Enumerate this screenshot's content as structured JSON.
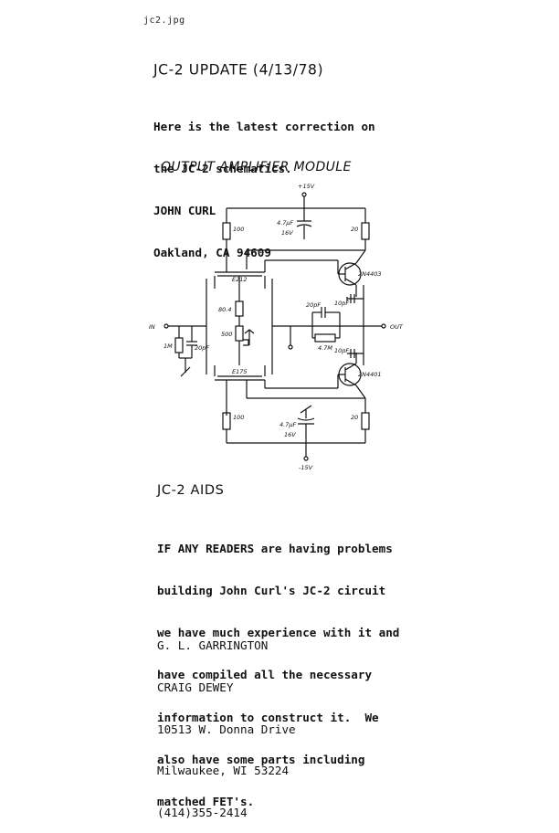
{
  "file_label": "jc2.jpg",
  "update": {
    "title": "JC-2 UPDATE (4/13/78)",
    "lines": [
      "Here is the latest correction on",
      "the JC-2 schematics.",
      "JOHN CURL",
      "Oakland, CA 94609"
    ]
  },
  "schematic": {
    "title": "OUTPUT AMPLIFIER MODULE",
    "labels": {
      "plus_rail": "+15V",
      "minus_rail": "-15V",
      "cap_top_value": "4.7µF",
      "cap_top_voltage": "16V",
      "cap_bottom_value": "4.7µF",
      "cap_bottom_voltage": "16V",
      "r_top_left": "100",
      "r_top_right": "20",
      "r_bottom_left": "100",
      "r_bottom_right": "20",
      "fet_top": "E212",
      "fet_bottom": "E175",
      "r_mid": "80.4",
      "pot": "500",
      "c_feedback": "20pF",
      "r_feedback": "4.7M",
      "c_top_comp": "10pF",
      "c_bottom_comp": "10pF",
      "q_top": "2N4403",
      "q_bottom": "2N4401",
      "input": "IN",
      "output": "OUT",
      "r_input": "1M",
      "c_input": "20pF"
    }
  },
  "aids": {
    "title": "JC-2 AIDS",
    "body": [
      "IF ANY READERS are having problems",
      "building John Curl's JC-2 circuit",
      "we have much experience with it and",
      "have compiled all the necessary",
      "information to construct it.  We",
      "also have some parts including",
      "matched FET's."
    ],
    "address": [
      "G. L. GARRINGTON",
      "CRAIG DEWEY",
      "10513 W. Donna Drive",
      "Milwaukee, WI 53224",
      "(414)355-2414"
    ]
  }
}
